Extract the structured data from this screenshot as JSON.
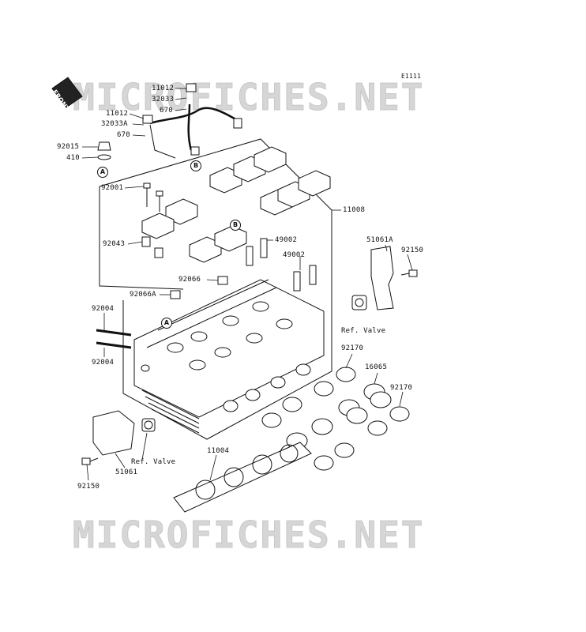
{
  "diagram": {
    "code": "E1111",
    "front_label": "FRONT",
    "watermark_text": "MICROFICHES.NET",
    "parts": {
      "p11012_top": "11012",
      "p32033": "32033",
      "p670_top": "670",
      "p11012_mid": "11012",
      "p32033A": "32033A",
      "p670_mid": "670",
      "p92015": "92015",
      "p410": "410",
      "p92001": "92001",
      "p92043": "92043",
      "p11008": "11008",
      "p49002_a": "49002",
      "p49002_b": "49002",
      "p51061A": "51061A",
      "p92150_right": "92150",
      "p92066": "92066",
      "p92066A": "92066A",
      "p92004_top": "92004",
      "p92004_bottom": "92004",
      "ref_valve_right": "Ref. Valve",
      "p92170_left": "92170",
      "p16065": "16065",
      "p92170_right": "92170",
      "p11004": "11004",
      "ref_valve_left": "Ref. Valve",
      "p51061": "51061",
      "p92150_left": "92150"
    },
    "callouts": {
      "a_top": "A",
      "b_top": "B",
      "b_mid": "B",
      "a_mid": "A"
    }
  }
}
